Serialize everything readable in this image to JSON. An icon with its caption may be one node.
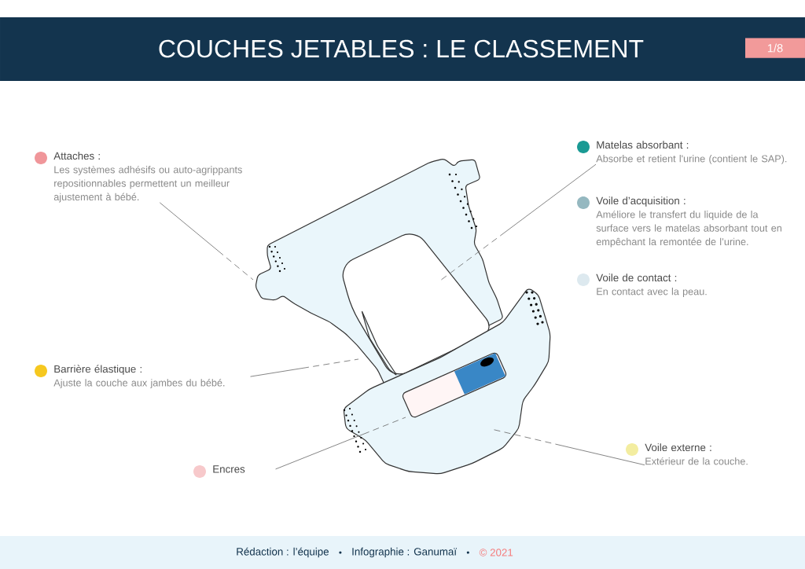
{
  "diagram": {
    "title": "COUCHES JETABLES : LE CLASSEMENT",
    "nodes": [
      {
        "text": [
          "Attaches :",
          "Les systèmes adhésifs ou auto-agrippants repositionnables permettent un meilleur ajustement à bébé."
        ]
      },
      {
        "text": [
          "Matelas absorbant :",
          "Absorbe et retient l'urine (contient le SAP)."
        ]
      },
      {
        "text": [
          "Voile d’acquisition :",
          "Améliore le transfert du liquide de la surface vers le matelas absorbant tout en empêchant la remontée de l’urine."
        ]
      },
      {
        "text": [
          "Voile de contact :",
          "En contact avec la peau."
        ]
      },
      {
        "text": [
          "Barrière élastique :",
          "Ajuste la couche aux jambes du bébé."
        ]
      },
      {
        "text": [
          "Encres"
        ]
      },
      {
        "text": [
          "Voile externe :",
          "Extérieur de la couche."
        ]
      }
    ],
    "edges": [
      {
        "from": 0,
        "to": null,
        "arrow": "none"
      },
      {
        "from": 1,
        "to": null,
        "arrow": "none"
      },
      {
        "from": 4,
        "to": null,
        "arrow": "none"
      },
      {
        "from": 5,
        "to": null,
        "arrow": "none"
      },
      {
        "from": 6,
        "to": null,
        "arrow": "none"
      }
    ],
    "labels": [
      "1/8",
      "Rédaction : l’équipe",
      "Infographie : Ganumaï",
      "© 2021"
    ]
  }
}
